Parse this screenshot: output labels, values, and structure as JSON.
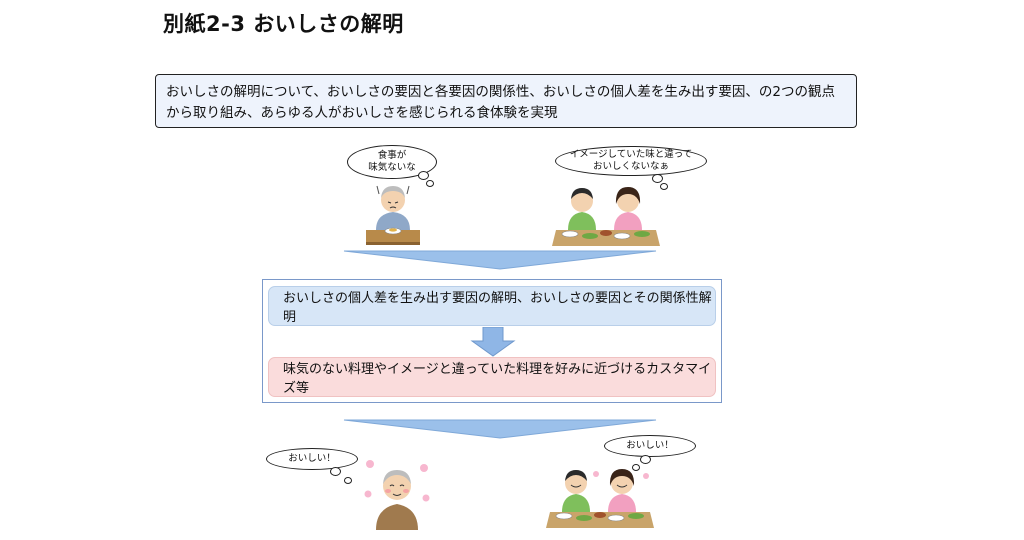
{
  "title": "別紙2-3 おいしさの解明",
  "summary": {
    "line1": "おいしさの解明について、おいしさの要因と各要因の関係性、おいしさの個人差を生み出す要因、の2つの観点",
    "line2": "から取り組み、あらゆる人がおいしさを感じられる食体験を実現"
  },
  "top_section": {
    "elder_bubble": "食事が\n味気ないな",
    "couple_bubble": "イメージしていた味と違って\nおいしくないなぁ"
  },
  "process": {
    "step1": "おいしさの個人差を生み出す要因の解明、おいしさの要因とその関係性解明",
    "step2": "味気のない料理やイメージと違っていた料理を好みに近づけるカスタマイズ等"
  },
  "bottom_section": {
    "elder_bubble": "おいしい！",
    "couple_bubble": "おいしい！"
  },
  "colors": {
    "arrow": "#9bc0ea",
    "step1_bg": "#d7e6f7",
    "step2_bg": "#fadcdc",
    "summary_bg": "#eef3fc"
  }
}
